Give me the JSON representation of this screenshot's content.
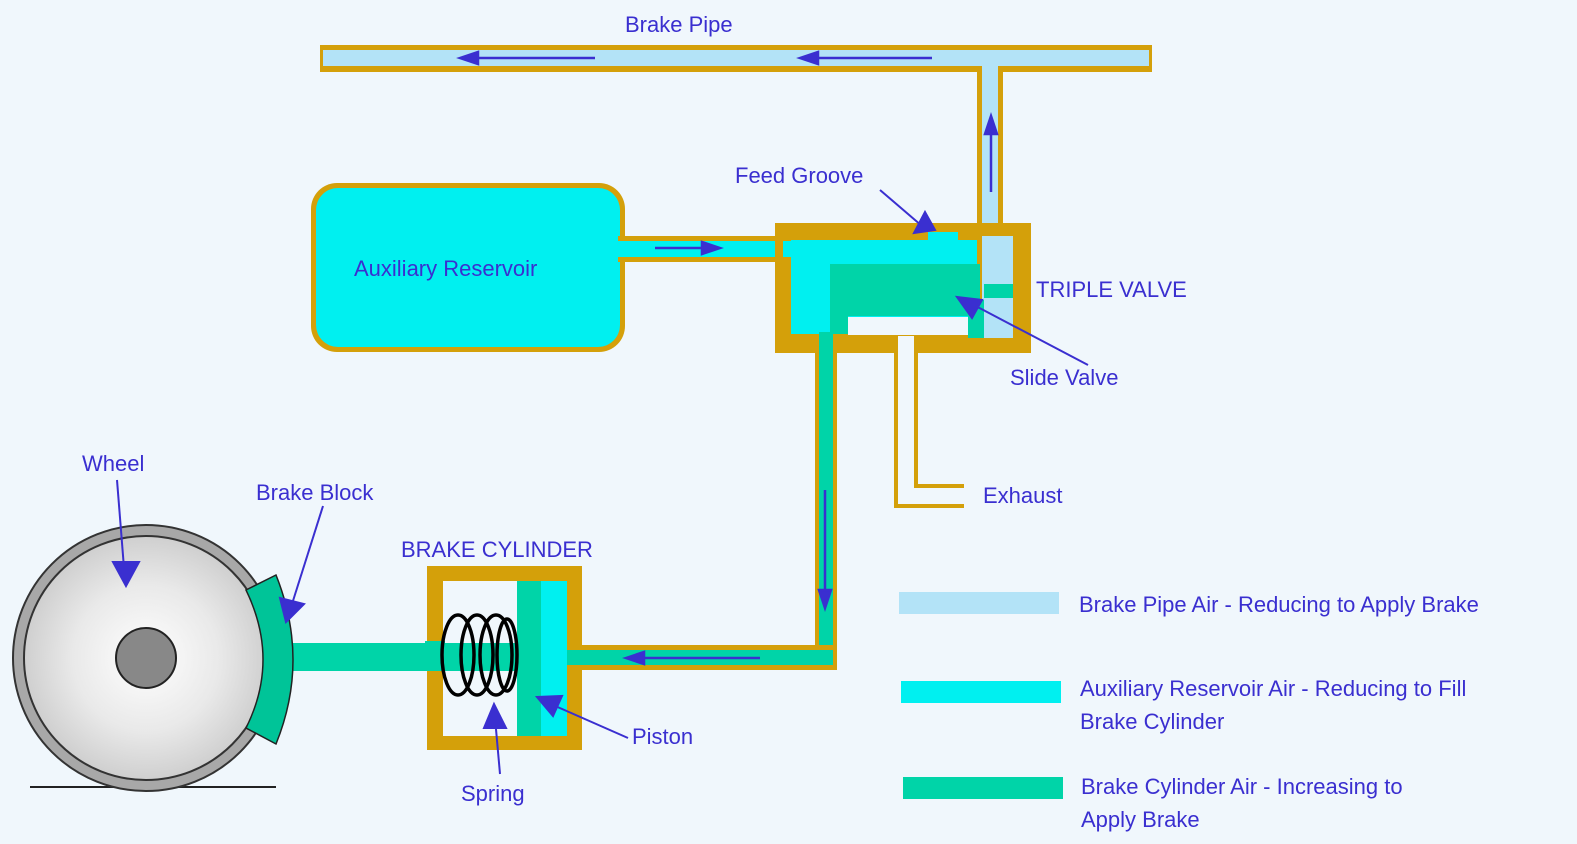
{
  "labels": {
    "brake_pipe": "Brake Pipe",
    "feed_groove": "Feed Groove",
    "auxiliary_reservoir": "Auxiliary Reservoir",
    "triple_valve": "TRIPLE VALVE",
    "slide_valve": "Slide Valve",
    "exhaust": "Exhaust",
    "wheel": "Wheel",
    "brake_block": "Brake Block",
    "brake_cylinder": "BRAKE CYLINDER",
    "piston": "Piston",
    "spring": "Spring"
  },
  "legend": [
    {
      "text_lines": [
        "Brake Pipe Air - Reducing to Apply Brake"
      ],
      "color": "#b3e3f7"
    },
    {
      "text_lines": [
        "Auxiliary Reservoir Air - Reducing to Fill",
        "Brake Cylinder"
      ],
      "color": "#00f0f0"
    },
    {
      "text_lines": [
        "Brake Cylinder Air - Increasing to",
        "Apply Brake"
      ],
      "color": "#00d4a8"
    }
  ],
  "colors": {
    "background": "#f0f7fc",
    "wall": "#d4a00a",
    "brake_pipe_air": "#b3e3f7",
    "reservoir_air": "#00f0f0",
    "cylinder_air": "#00d4a8",
    "text": "#3a2fd0",
    "arrow": "#3a2fd0"
  }
}
